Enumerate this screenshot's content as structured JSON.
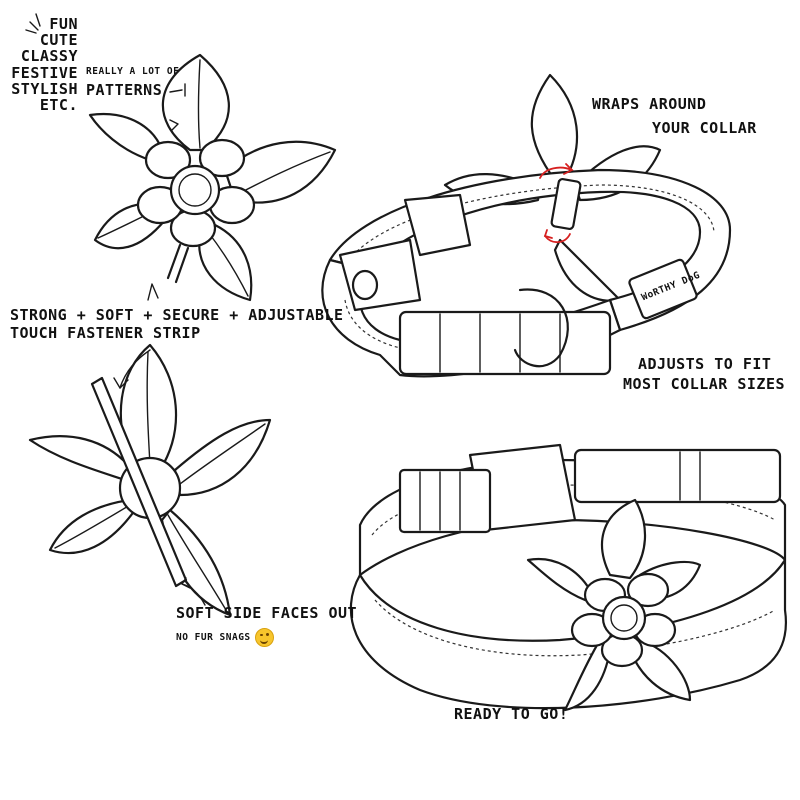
{
  "labels": {
    "traits": [
      "FUN",
      "CUTE",
      "CLASSY",
      "FESTIVE",
      "STYLISH",
      "ETC."
    ],
    "patterns_line1": "REALLY A LOT OF",
    "patterns_line2": "PATTERNS",
    "wraps_line1": "WRAPS AROUND",
    "wraps_line2": "YOUR COLLAR",
    "strong_line1": "STRONG + SOFT + SECURE + ADJUSTABLE",
    "strong_line2": "TOUCH FASTENER STRIP",
    "adjusts_line1": "ADJUSTS TO FIT",
    "adjusts_line2": "MOST COLLAR SIZES",
    "soft_line1": "SOFT SIDE FACES OUT",
    "soft_line2": "NO FUR SNAGS",
    "ready": "READY TO GO!",
    "brand_tag": "WoRTHY DoG"
  },
  "icons": [
    "wink-emoji-icon",
    "arrow-icon",
    "rotation-arrows-icon"
  ],
  "colors": {
    "ink": "#1a1a1a",
    "accent": "#d62020",
    "emoji": "#f7c52c"
  }
}
